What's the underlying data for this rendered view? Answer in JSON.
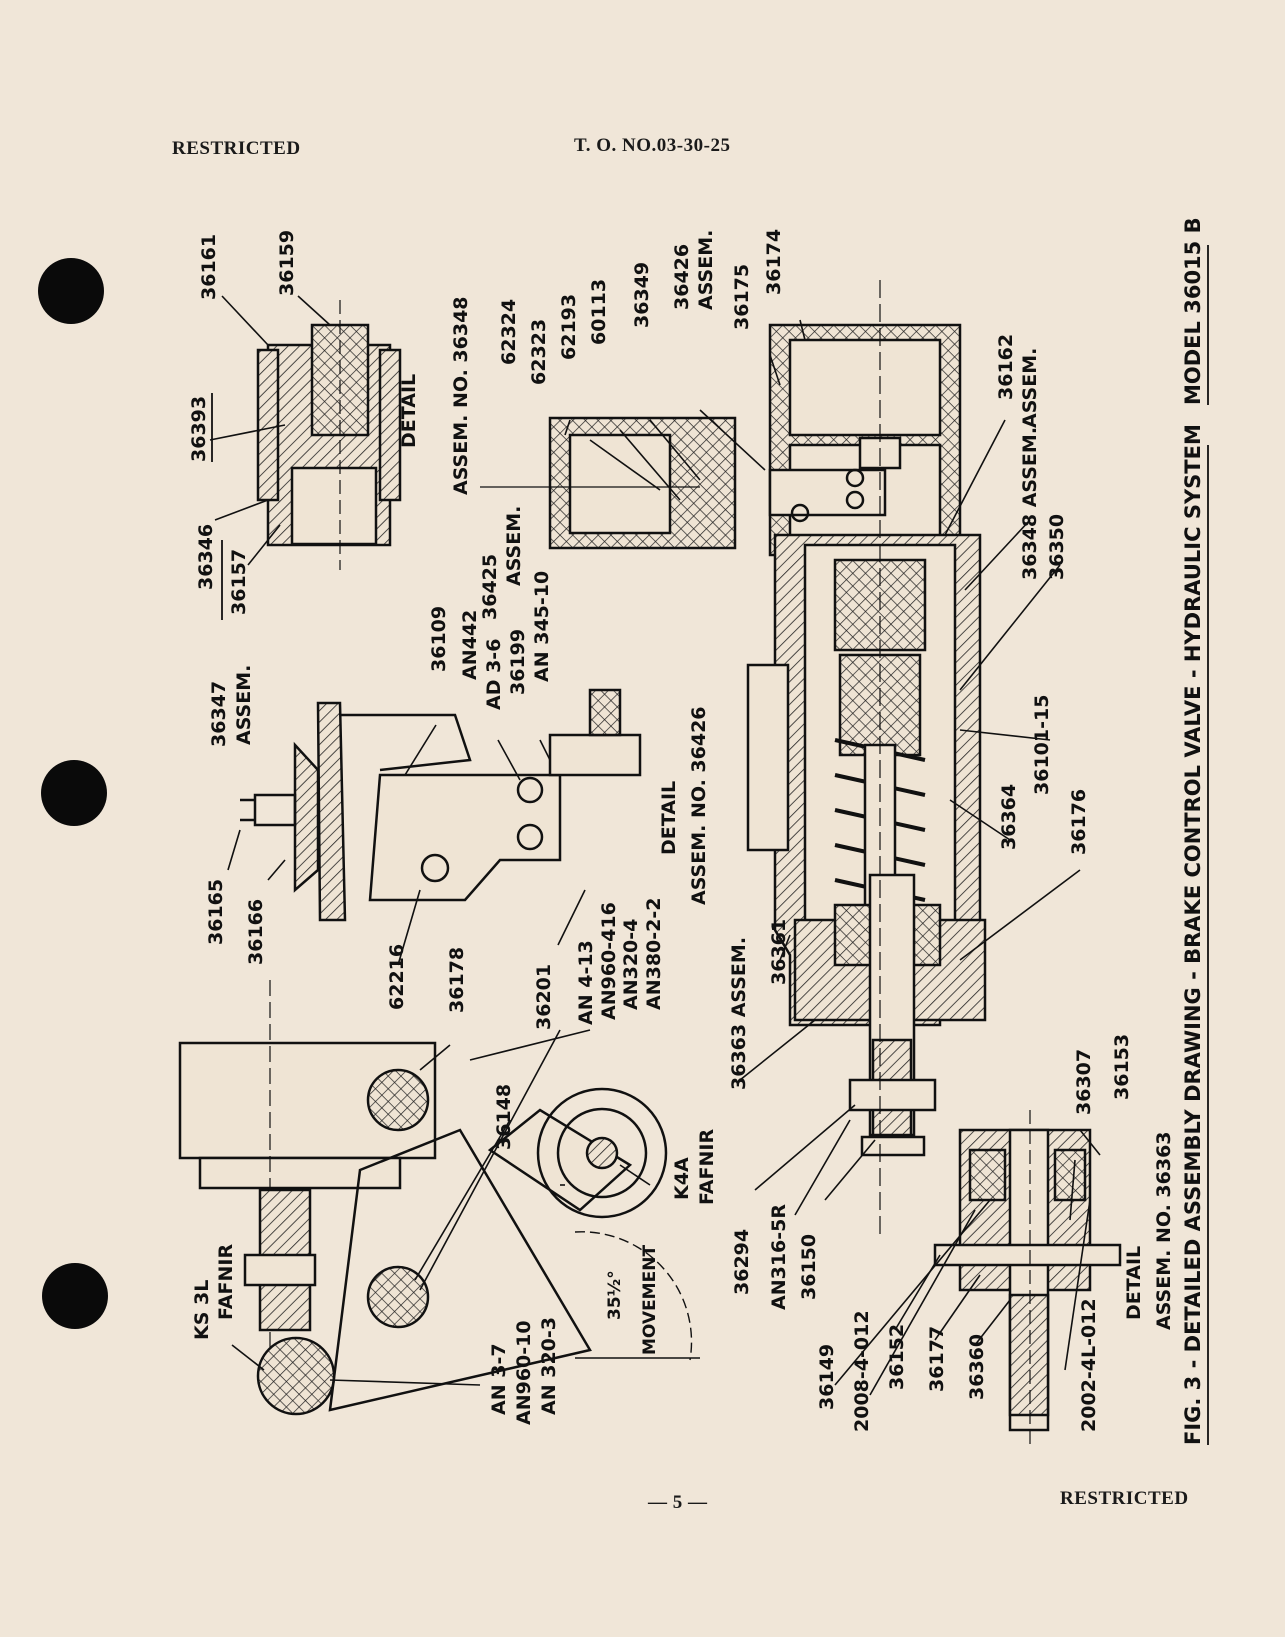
{
  "header": {
    "left": "RESTRICTED",
    "center": "T. O. NO.03-30-25"
  },
  "footer": {
    "page_number": "— 5 —",
    "right": "RESTRICTED"
  },
  "figure": {
    "caption": "FIG. 3 - DETAILED ASSEMBLY DRAWING - BRAKE CONTROL VALVE - HYDRAULIC SYSTEM",
    "model": "MODEL 36015 B"
  },
  "details": {
    "d36348_a": "DETAIL",
    "d36348_b": "ASSEM. NO. 36348",
    "d36426_a": "DETAIL",
    "d36426_b": "ASSEM. NO. 36426",
    "d36363_a": "DETAIL",
    "d36363_b": "ASSEM. NO. 36363"
  },
  "callouts": {
    "c36161": "36161",
    "c36159": "36159",
    "c36393": "36393",
    "c36346": "36346",
    "c36157": "36157",
    "c36347": "36347",
    "c36347b": "ASSEM.",
    "c36109": "36109",
    "c_an442": "AN442",
    "c_ad36": "AD 3-6",
    "c36199": "36199",
    "c_an34510": "AN 345-10",
    "c36425": "36425",
    "c36425b": "ASSEM.",
    "c36165": "36165",
    "c36166": "36166",
    "c62216": "62216",
    "c36201": "36201",
    "c_an413": "AN 4-13",
    "c_an960416": "AN960-416",
    "c_an3204": "AN320-4",
    "c_an380": "AN380-2-2",
    "c36178": "36178",
    "c36148": "36148",
    "c_k4a": "K4A",
    "c_fafnir1": "FAFNIR",
    "c_ks3l": "KS 3L",
    "c_fafnir2": "FAFNIR",
    "c_an37": "AN 3-7",
    "c_an96010": "AN960-10",
    "c_an3203": "AN 320-3",
    "c_movement": "MOVEMENT",
    "c_angle": "35½°",
    "c62324": "62324",
    "c62323": "62323",
    "c62193": "62193",
    "c60113": "60113",
    "c36349": "36349",
    "c36426": "36426",
    "c36426b": "ASSEM.",
    "c36175": "36175",
    "c36174": "36174",
    "c36162": "36162",
    "c36162b": "ASSEM.",
    "c36348": "36348 ASSEM.",
    "c36350": "36350",
    "c36101": "36101-15",
    "c36364": "36364",
    "c36176": "36176",
    "c36361": "36361",
    "c36363": "36363 ASSEM.",
    "c36294": "36294",
    "c_an3165r": "AN316-5R",
    "c36150": "36150",
    "c36149": "36149",
    "c2008": "2008-4-012",
    "c36152": "36152",
    "c36177": "36177",
    "c36360": "36360",
    "c2002": "2002-4L-012",
    "c36307": "36307",
    "c36153": "36153"
  }
}
